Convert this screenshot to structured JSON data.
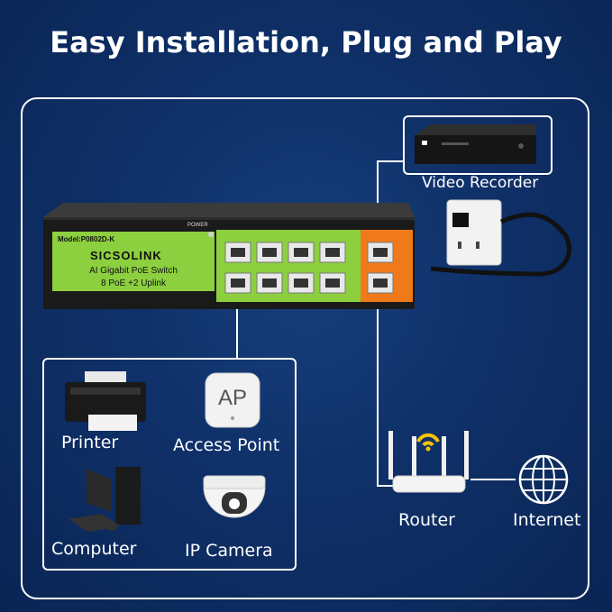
{
  "headline": "Easy Installation, Plug and Play",
  "switch": {
    "model": "Model:P0802D-K",
    "brand": "SICSOLINK",
    "line1": "AI Gigabit PoE Switch",
    "line2": "8 PoE +2 Uplink",
    "power_label": "POWER"
  },
  "devices": {
    "printer": "Printer",
    "access_point": "Access Point",
    "access_point_icon_text": "AP",
    "computer": "Computer",
    "ip_camera": "IP Camera"
  },
  "network": {
    "video_recorder": "Video Recorder",
    "router": "Router",
    "internet": "Internet"
  },
  "colors": {
    "background": "#0f3068",
    "poe_panel": "#8ccf3f",
    "uplink_panel": "#f07a1a",
    "wifi": "#f5c400",
    "line": "#ffffff"
  }
}
